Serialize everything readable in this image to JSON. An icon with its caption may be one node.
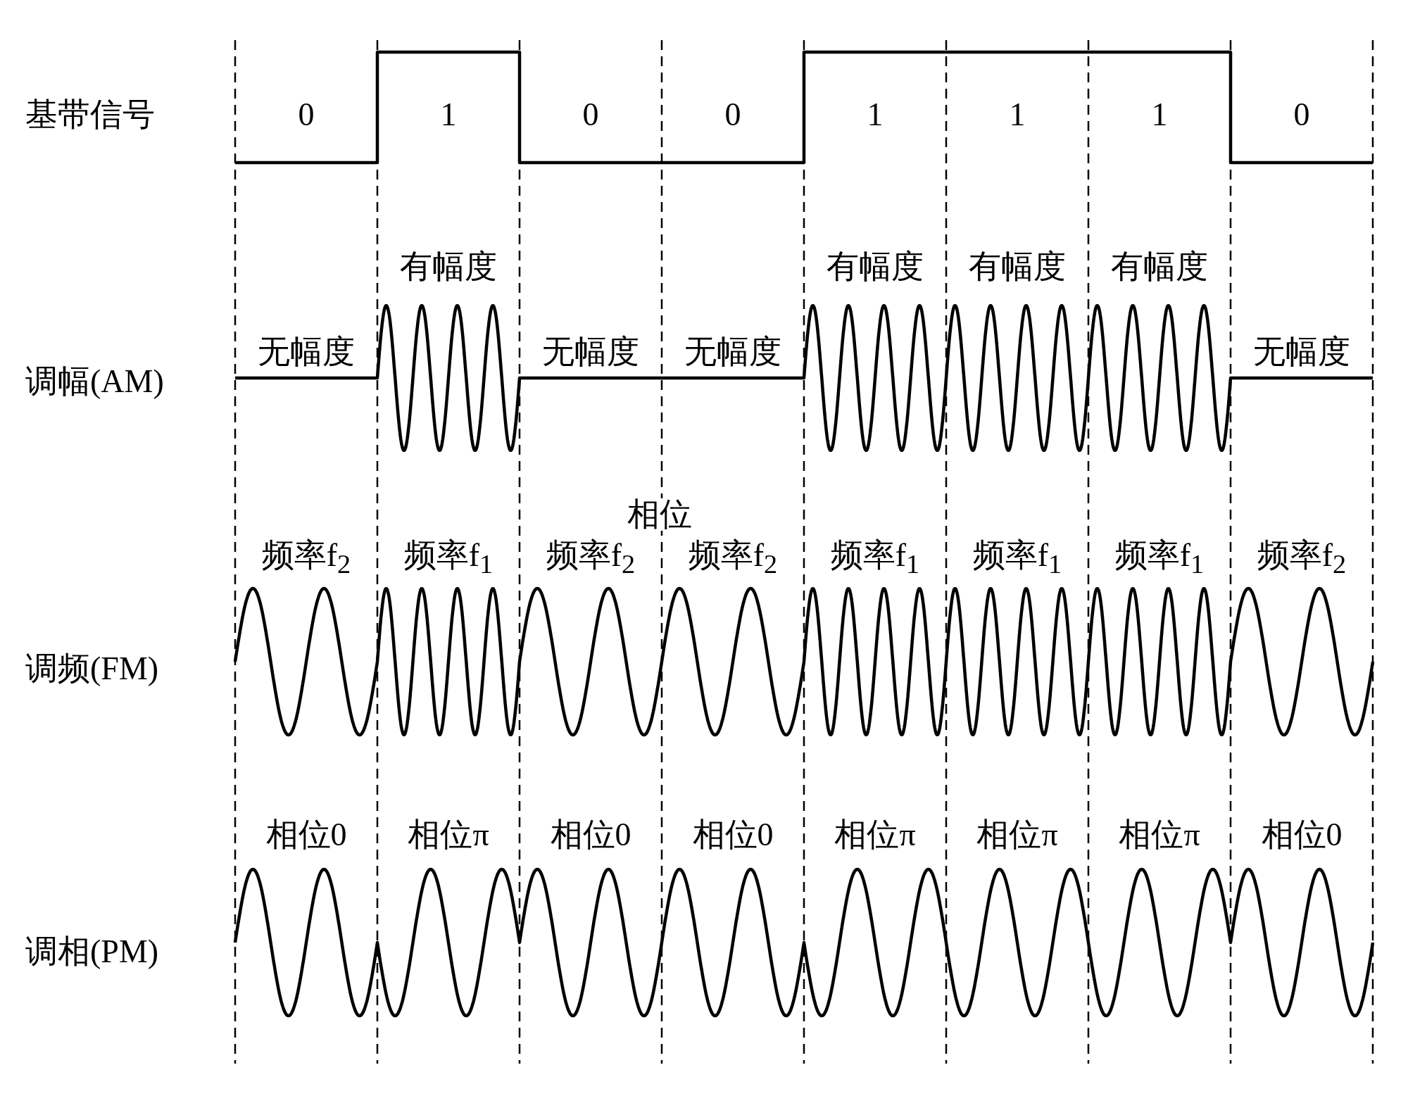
{
  "diagram": {
    "labels": [
      "基带信号",
      "0",
      "1",
      "0",
      "0",
      "1",
      "1",
      "1",
      "0",
      "有幅度",
      "有幅度",
      "有幅度",
      "有幅度",
      "无幅度",
      "无幅度",
      "无幅度",
      "无幅度",
      "调幅(AM)",
      "相位",
      "频率f$_{2}$",
      "频率f$_{1}$",
      "频率f$_{2}$",
      "频率f$_{2}$",
      "频率f$_{1}$",
      "频率f$_{1}$",
      "频率f$_{1}$",
      "频率f$_{2}$",
      "调频(FM)",
      "相位0",
      "相位π",
      "相位0",
      "相位0",
      "相位π",
      "相位π",
      "相位π",
      "相位0",
      "调相(PM)"
    ]
  }
}
